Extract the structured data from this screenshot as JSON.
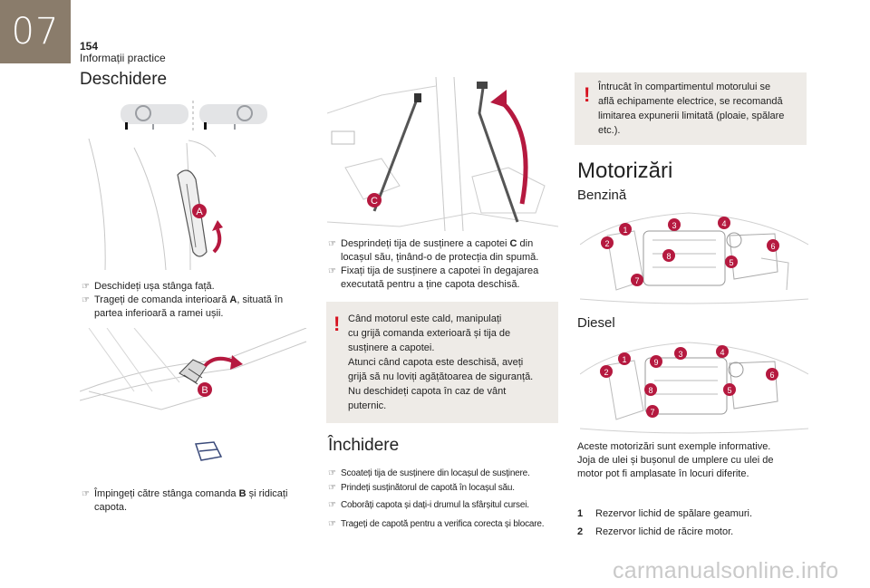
{
  "header": {
    "chapter": "07",
    "page_number": "154",
    "section": "Informații practice"
  },
  "col1": {
    "title": "Deschidere",
    "fig1_label": "A",
    "bullets1": [
      {
        "glyph": "",
        "text_pre": "Deschideți ușa stânga față.",
        "bold": "",
        "text_post": ""
      },
      {
        "glyph": "",
        "text_pre": "Trageți de comanda interioară ",
        "bold": "A",
        "text_post": ", situată în partea inferioară a ramei ușii."
      }
    ],
    "fig2_label": "B",
    "bullets2": [
      {
        "glyph": "",
        "text_pre": "Împingeți către stânga comanda ",
        "bold": "B",
        "text_post": " și ridicați capota."
      }
    ]
  },
  "col2": {
    "fig_label": "C",
    "bullets1": [
      {
        "glyph": "",
        "text_pre": "Desprindeți tija de susținere a capotei ",
        "bold": "C",
        "text_post": " din locașul său, ținând-o de protecția din spumă."
      },
      {
        "glyph": "",
        "text_pre": "Fixați tija de susținere a capotei în degajarea executată pentru a ține capota deschisă.",
        "bold": "",
        "text_post": ""
      }
    ],
    "warning": {
      "icon": "!",
      "lines": [
        "Când motorul este cald, manipulați",
        "cu grijă comanda exterioară și tija de",
        "susținere a capotei.",
        "Atunci când capota este deschisă, aveți",
        "grijă să nu loviți agățătoarea de siguranță.",
        "Nu deschideți capota în caz de vânt",
        "puternic."
      ]
    },
    "title2": "Închidere",
    "bullets2": [
      {
        "glyph": "",
        "text": "Scoateți tija de susținere din locașul de susținere."
      },
      {
        "glyph": "",
        "text": "Prindeți susținătorul de capotă în locașul său."
      },
      {
        "glyph": "",
        "text": "Coborâți capota și dați-i drumul la sfârșitul cursei."
      },
      {
        "glyph": "",
        "text": "Trageți de capotă pentru a verifica corecta și blocare."
      }
    ]
  },
  "col3": {
    "warning": {
      "icon": "!",
      "lines": [
        "Întrucât în compartimentul motorului se",
        "află echipamente electrice, se recomandă",
        "limitarea expunerii limitată (ploaie, spălare",
        "etc.)."
      ]
    },
    "title": "Motorizări",
    "sub1": "Benzină",
    "petrol_markers": [
      "1",
      "2",
      "3",
      "4",
      "5",
      "6",
      "7",
      "8"
    ],
    "sub2": "Diesel",
    "diesel_markers": [
      "1",
      "2",
      "3",
      "4",
      "5",
      "6",
      "7",
      "8",
      "9"
    ],
    "note_lines": [
      "Aceste motorizări sunt exemple informative.",
      "Joja de ulei și bușonul de umplere cu ulei de",
      "motor pot fi amplasate în locuri diferite."
    ],
    "legend": [
      {
        "n": "1",
        "text": "Rezervor lichid de spălare geamuri."
      },
      {
        "n": "2",
        "text": "Rezervor lichid de răcire motor."
      }
    ]
  },
  "watermark": "carmanualsonline.info",
  "colors": {
    "chapter_tab": "#8a7c6b",
    "marker": "#b5193f",
    "warning_bg": "#eeebe7",
    "warning_icon": "#d6121f"
  }
}
